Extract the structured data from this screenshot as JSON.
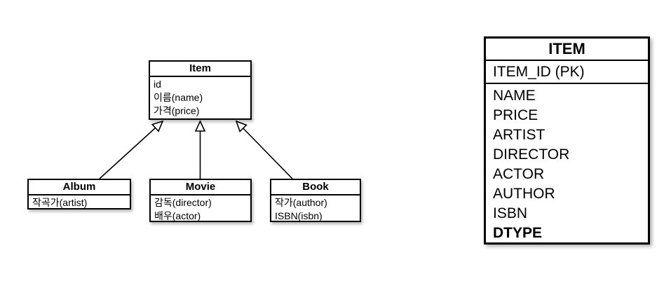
{
  "uml": {
    "classes": [
      {
        "name": "Item",
        "attributes": [
          "id",
          "이름(name)",
          "가격(price)"
        ]
      },
      {
        "name": "Album",
        "attributes": [
          "작곡가(artist)"
        ]
      },
      {
        "name": "Movie",
        "attributes": [
          "감독(director)",
          "배우(actor)"
        ]
      },
      {
        "name": "Book",
        "attributes": [
          "작가(author)",
          "ISBN(isbn)"
        ]
      }
    ],
    "relations": [
      {
        "from": "Album",
        "to": "Item",
        "type": "generalization"
      },
      {
        "from": "Movie",
        "to": "Item",
        "type": "generalization"
      },
      {
        "from": "Book",
        "to": "Item",
        "type": "generalization"
      }
    ]
  },
  "table": {
    "title": "ITEM",
    "pk_row": "ITEM_ID (PK)",
    "columns": [
      "NAME",
      "PRICE",
      "ARTIST",
      "DIRECTOR",
      "ACTOR",
      "AUTHOR",
      "ISBN",
      "DTYPE"
    ],
    "bold_column": "DTYPE"
  },
  "colors": {
    "line": "#000000",
    "background": "#ffffff",
    "arrowhead_fill": "#ffffff"
  }
}
